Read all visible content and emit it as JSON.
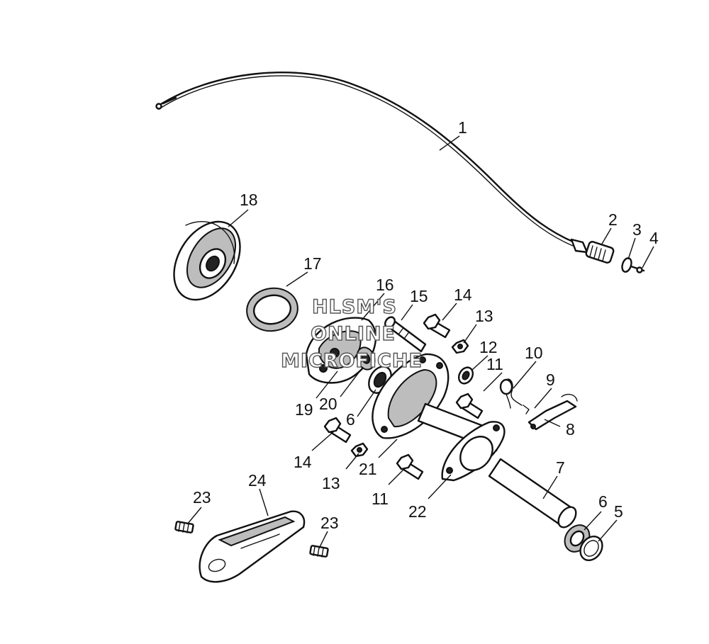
{
  "diagram": {
    "callouts": [
      {
        "id": "c1",
        "label": "1"
      },
      {
        "id": "c2",
        "label": "2"
      },
      {
        "id": "c3",
        "label": "3"
      },
      {
        "id": "c4",
        "label": "4"
      },
      {
        "id": "c5",
        "label": "5"
      },
      {
        "id": "c6a",
        "label": "6"
      },
      {
        "id": "c6b",
        "label": "6"
      },
      {
        "id": "c7",
        "label": "7"
      },
      {
        "id": "c8",
        "label": "8"
      },
      {
        "id": "c9",
        "label": "9"
      },
      {
        "id": "c10",
        "label": "10"
      },
      {
        "id": "c11a",
        "label": "11"
      },
      {
        "id": "c11b",
        "label": "11"
      },
      {
        "id": "c12",
        "label": "12"
      },
      {
        "id": "c13a",
        "label": "13"
      },
      {
        "id": "c13b",
        "label": "13"
      },
      {
        "id": "c14a",
        "label": "14"
      },
      {
        "id": "c14b",
        "label": "14"
      },
      {
        "id": "c15",
        "label": "15"
      },
      {
        "id": "c16",
        "label": "16"
      },
      {
        "id": "c17",
        "label": "17"
      },
      {
        "id": "c18",
        "label": "18"
      },
      {
        "id": "c19",
        "label": "19"
      },
      {
        "id": "c20",
        "label": "20"
      },
      {
        "id": "c21",
        "label": "21"
      },
      {
        "id": "c22",
        "label": "22"
      },
      {
        "id": "c23a",
        "label": "23"
      },
      {
        "id": "c23b",
        "label": "23"
      },
      {
        "id": "c24",
        "label": "24"
      }
    ],
    "watermark": {
      "line1": "HLSM'S",
      "line2": "ONLINE",
      "line3": "MICROFICHE"
    }
  }
}
